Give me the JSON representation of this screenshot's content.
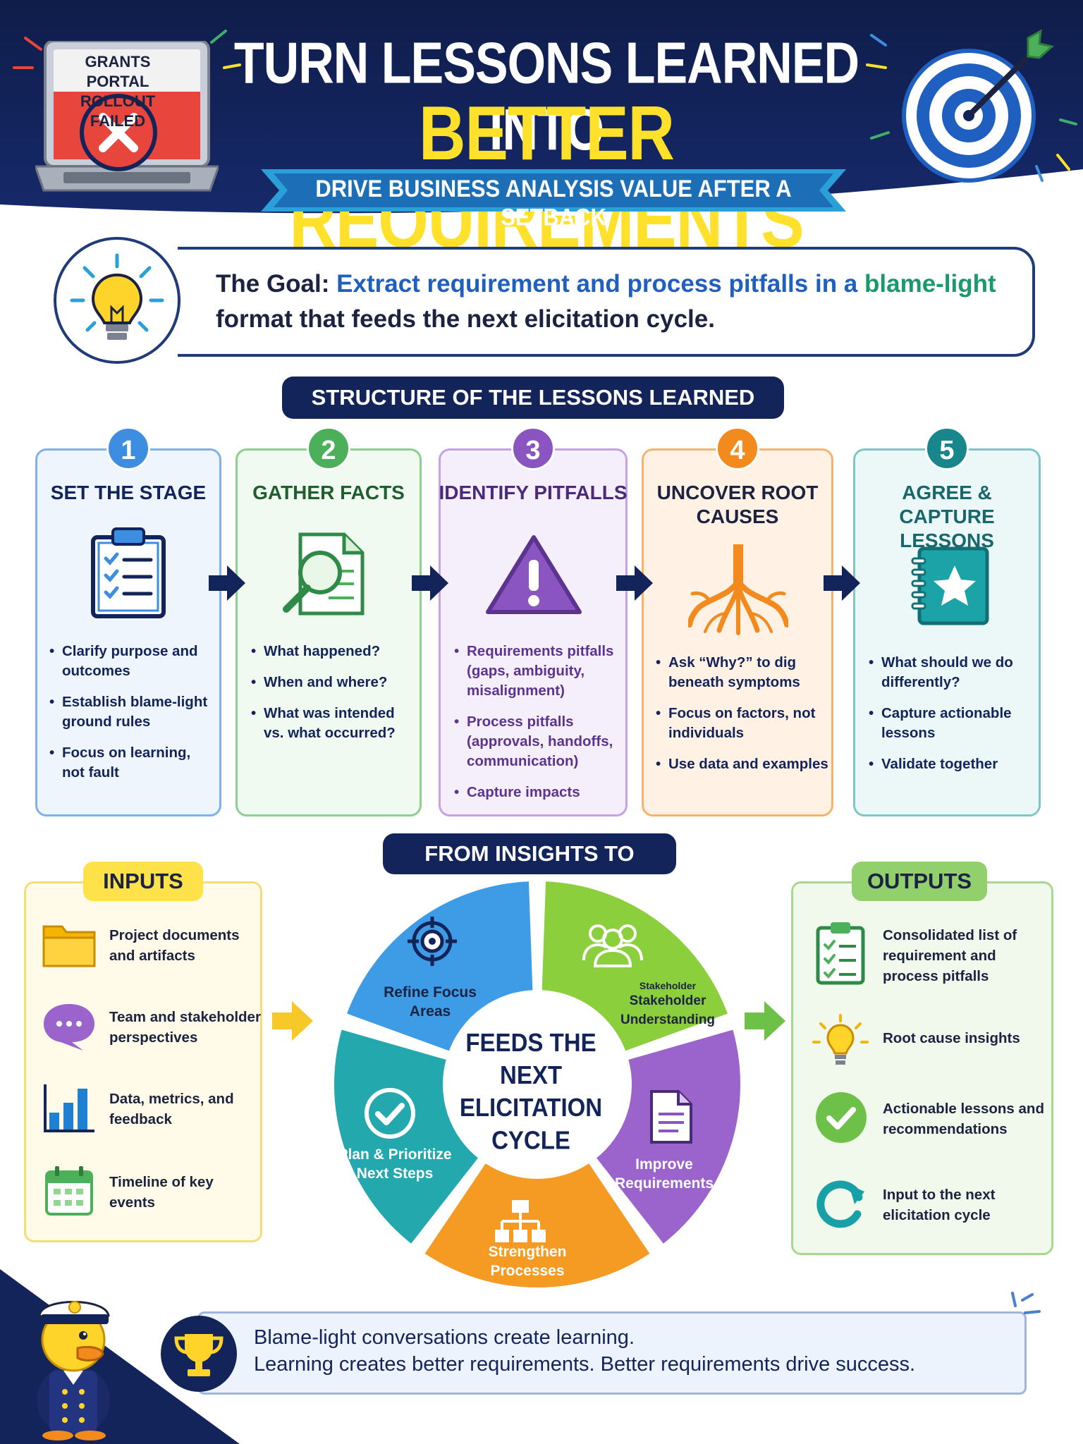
{
  "header": {
    "title_line1": "TURN LESSONS LEARNED INTO",
    "title_line2": "BETTER REQUIREMENTS",
    "subtitle": "DRIVE BUSINESS ANALYSIS VALUE AFTER A SETBACK",
    "laptop_caption_line1": "GRANTS PORTAL",
    "laptop_caption_line2": "ROLLOUT FAILED"
  },
  "goal": {
    "label": "The Goal:",
    "part1": "Extract requirement and process pitfalls in a",
    "part2": "blame-light",
    "part3": "format that feeds the next elicitation cycle."
  },
  "structure": {
    "heading": "STRUCTURE OF THE LESSONS LEARNED SESSION",
    "steps": [
      {
        "number": "1",
        "title_line1": "SET THE STAGE",
        "title_line2": "",
        "bullets": [
          "Clarify purpose and outcomes",
          "Establish blame-light ground rules",
          "Focus on learning, not fault"
        ]
      },
      {
        "number": "2",
        "title_line1": "GATHER FACTS",
        "title_line2": "",
        "bullets": [
          "What happened?",
          "When and where?",
          "What was intended vs. what occurred?"
        ]
      },
      {
        "number": "3",
        "title_line1": "IDENTIFY PITFALLS",
        "title_line2": "",
        "bullets": [
          "Requirements pitfalls (gaps, ambiguity, misalignment)",
          "Process pitfalls (approvals, handoffs, communication)",
          "Capture impacts"
        ]
      },
      {
        "number": "4",
        "title_line1": "UNCOVER ROOT",
        "title_line2": "CAUSES",
        "bullets": [
          "Ask “Why?” to dig beneath symptoms",
          "Focus on factors, not individuals",
          "Use data and examples"
        ]
      },
      {
        "number": "5",
        "title_line1": "AGREE & CAPTURE",
        "title_line2": "LESSONS",
        "bullets": [
          "What should we do differently?",
          "Capture actionable lessons",
          "Validate together"
        ]
      }
    ]
  },
  "action": {
    "heading": "FROM INSIGHTS TO ACTION",
    "inputs_heading": "INPUTS",
    "inputs": [
      "Project documents and artifacts",
      "Team and stakeholder perspectives",
      "Data, metrics, and feedback",
      "Timeline of key events"
    ],
    "outputs_heading": "OUTPUTS",
    "outputs": [
      "Consolidated list of requirement and process pitfalls",
      "Root cause insights",
      "Actionable lessons and recommendations",
      "Input to the next elicitation cycle"
    ],
    "cycle_center_line1": "FEEDS THE",
    "cycle_center_line2": "NEXT ELICITATION",
    "cycle_center_line3": "CYCLE",
    "cycle_segments": [
      {
        "line1": "Refine Focus",
        "line2": "Areas"
      },
      {
        "line0": "Stakeholder",
        "line1": "Stakeholder",
        "line2": "Understanding"
      },
      {
        "line1": "Improve",
        "line2": "Requirements"
      },
      {
        "line1": "Strengthen",
        "line2": "Processes"
      },
      {
        "line1": "Plan & Prioritize",
        "line2": "Next Steps"
      }
    ]
  },
  "footer": {
    "line1": "Blame-light conversations create learning.",
    "line2": "Learning creates better requirements. Better requirements drive success."
  },
  "colors": {
    "navy": "#13245a",
    "yellow": "#ffe02a",
    "step1": "#3d8ee0",
    "step2": "#4caf5a",
    "step3": "#8a55c0",
    "step4": "#f28a1e",
    "step5": "#17878c"
  }
}
